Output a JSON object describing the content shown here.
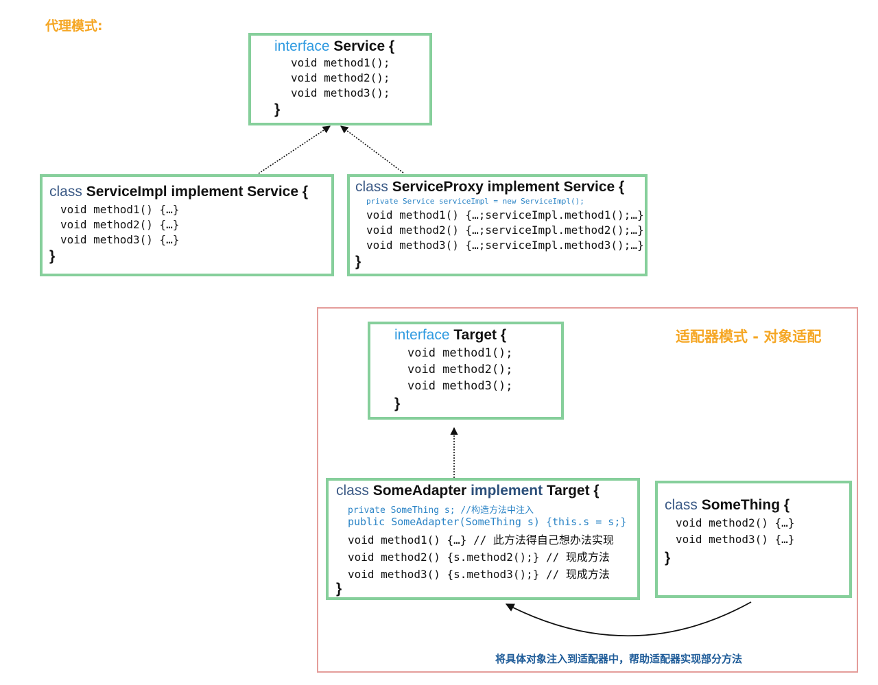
{
  "proxy_title": "代理模式:",
  "service": {
    "keyword": "interface",
    "name": "Service {",
    "methods": [
      "void method1();",
      "void method2();",
      "void method3();"
    ],
    "close": "}"
  },
  "service_impl": {
    "keyword": "class",
    "name": "ServiceImpl implement Service {",
    "methods": [
      "void method1() {…}",
      "void method2() {…}",
      "void method3() {…}"
    ],
    "close": "}"
  },
  "service_proxy": {
    "keyword": "class",
    "name": "ServiceProxy implement Service {",
    "field": "private Service serviceImpl = new ServiceImpl();",
    "methods": [
      "void method1() {…;serviceImpl.method1();…}",
      "void method2() {…;serviceImpl.method2();…}",
      "void method3() {…;serviceImpl.method3();…}"
    ],
    "close": "}"
  },
  "adapter_title": "适配器模式 - 对象适配",
  "target": {
    "keyword": "interface",
    "name": "Target {",
    "methods": [
      "void method1();",
      "void method2();",
      "void method3();"
    ],
    "close": "}"
  },
  "some_adapter": {
    "keyword": "class",
    "name": "SomeAdapter",
    "implement": "implement",
    "target": "Target {",
    "field": "private SomeThing s; //构造方法中注入",
    "ctor": "public SomeAdapter(SomeThing s) {this.s = s;}",
    "methods": [
      "void method1() {…} // 此方法得自己想办法实现",
      "void method2() {s.method2();} // 现成方法",
      "void method3() {s.method3();} // 现成方法"
    ],
    "close": "}"
  },
  "some_thing": {
    "keyword": "class",
    "name": "SomeThing {",
    "methods": [
      "void method2() {…}",
      "void method3() {…}"
    ],
    "close": "}"
  },
  "injection_note": "将具体对象注入到适配器中，帮助适配器实现部分方法",
  "colors": {
    "box_border": "#86cf9b",
    "adapter_frame": "#e49d9a",
    "orange_title": "#f5a623",
    "interface_keyword": "#2f9ae0",
    "class_keyword": "#3b5a86",
    "note_text": "#1f5c99"
  }
}
